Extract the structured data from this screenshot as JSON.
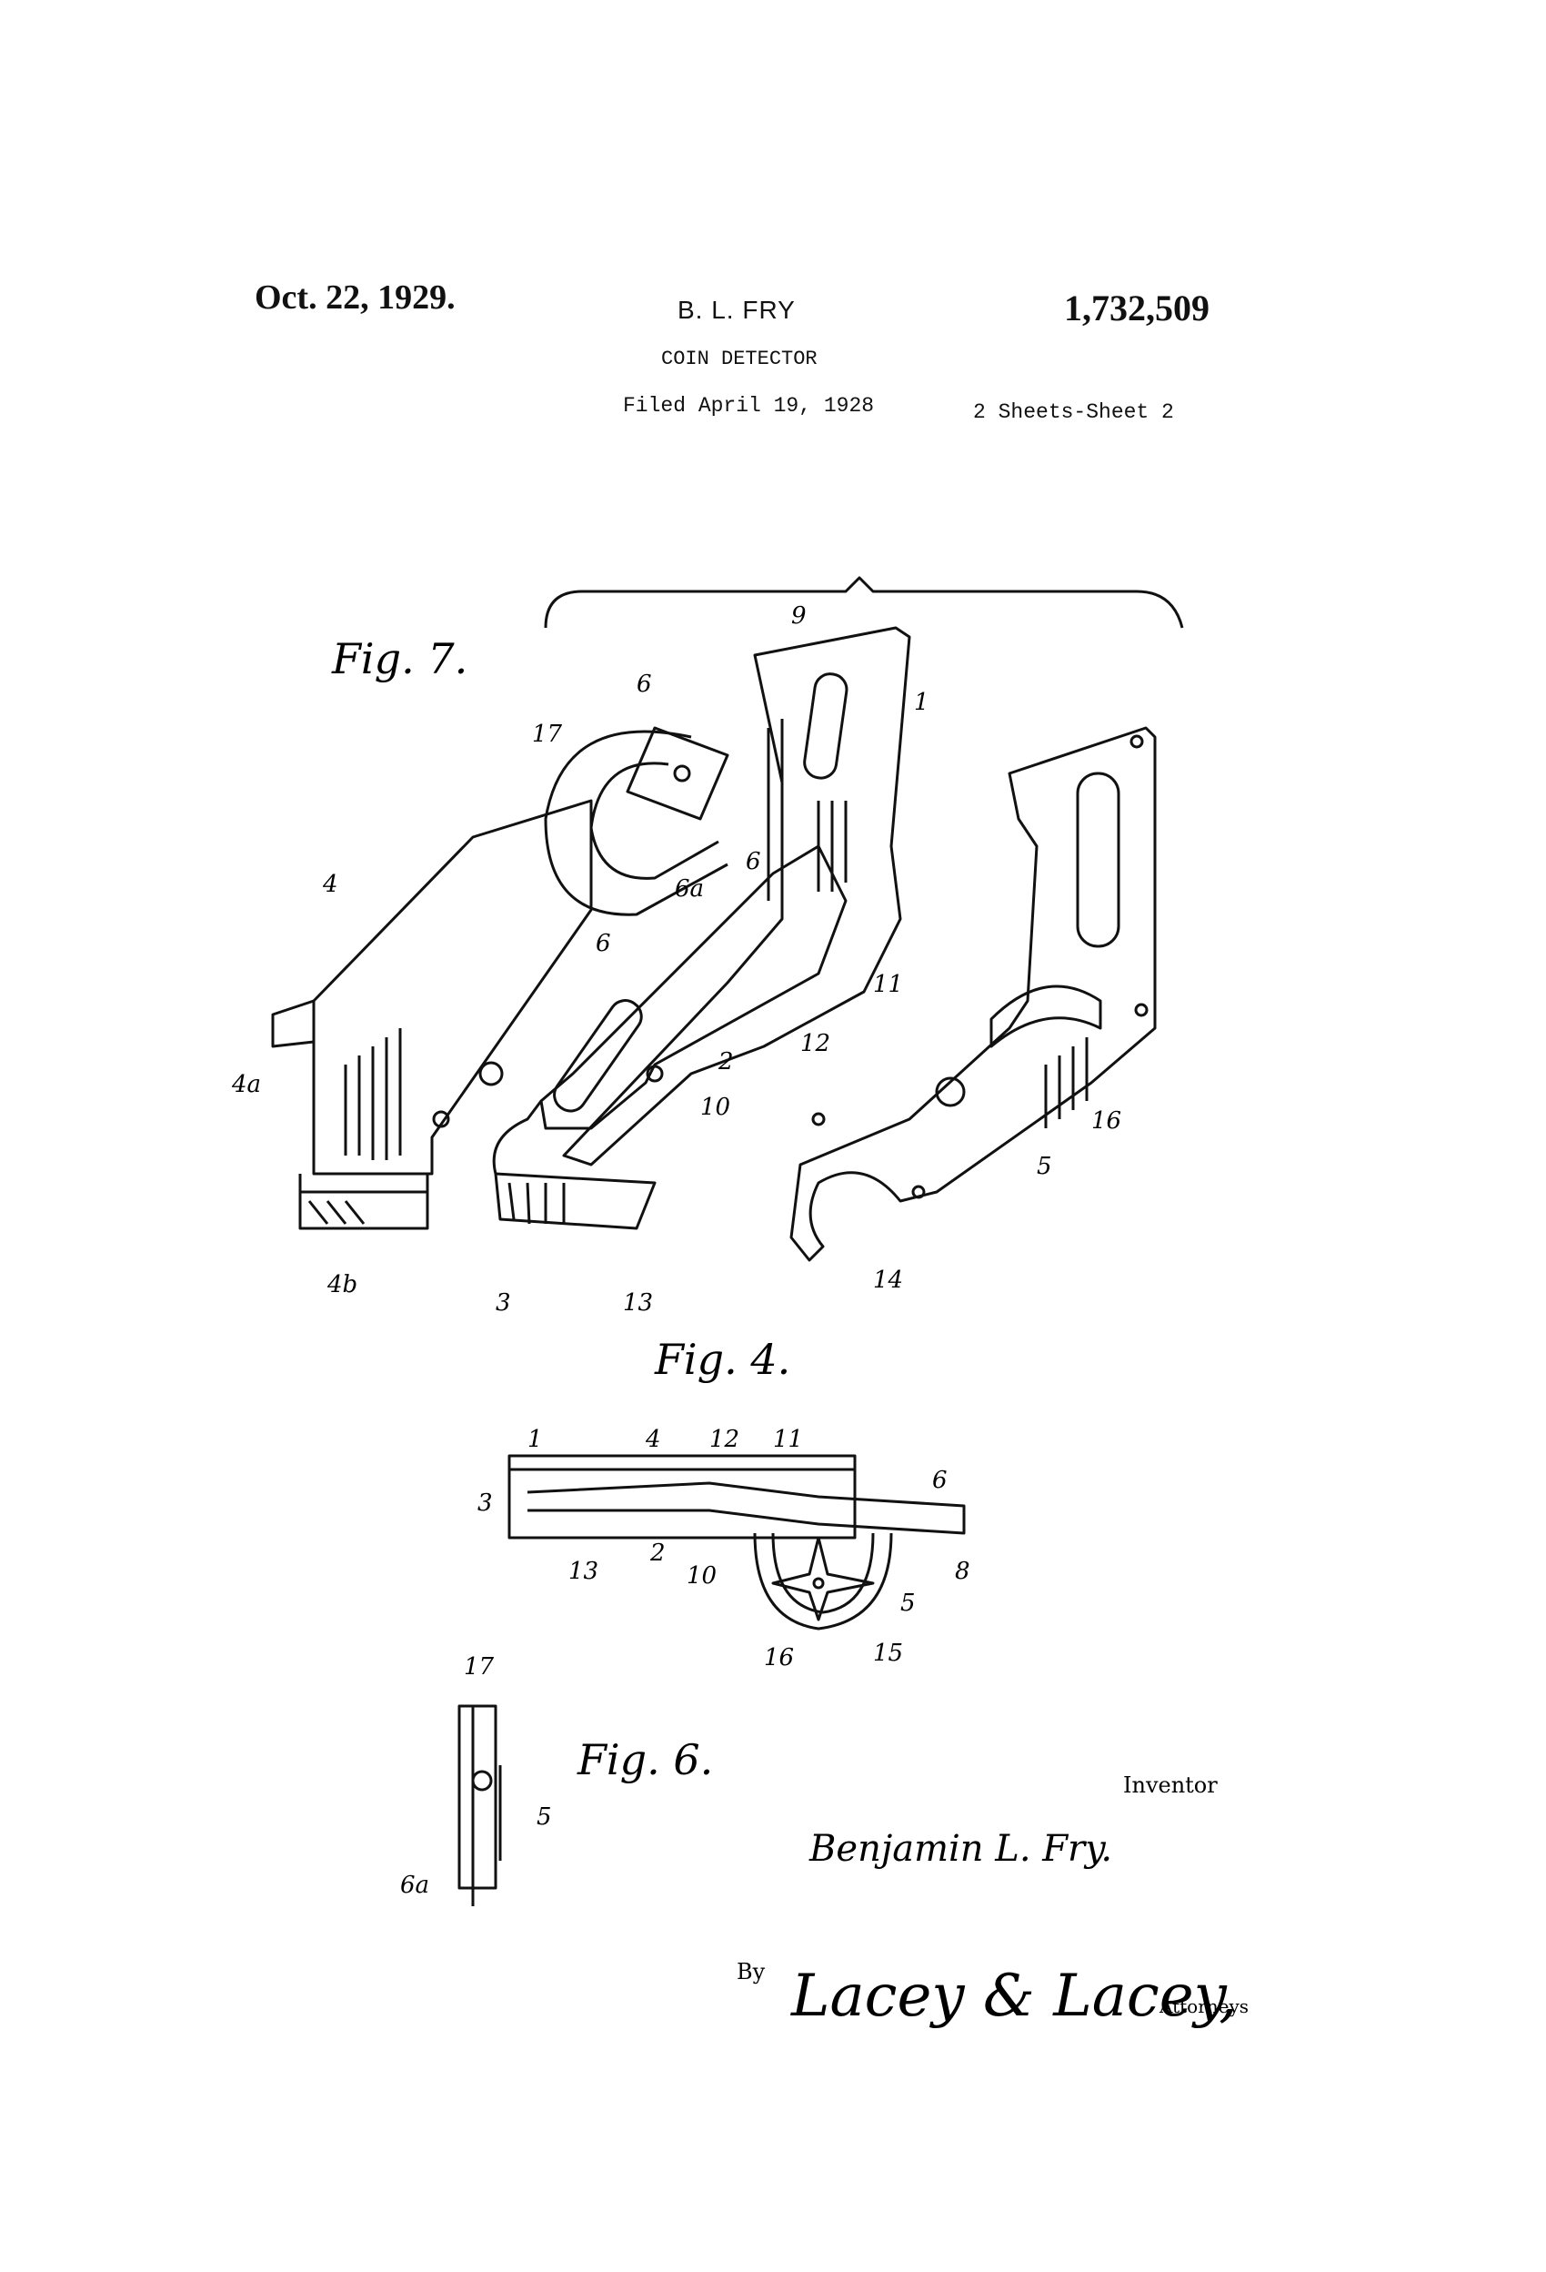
{
  "header": {
    "date": "Oct. 22, 1929.",
    "inventor_name": "B. L. FRY",
    "patent_number": "1,732,509",
    "title": "COIN DETECTOR",
    "filed": "Filed April 19, 1928",
    "sheets": "2 Sheets-Sheet  2"
  },
  "figures": {
    "fig7_label": "Fig. 7.",
    "fig4_label": "Fig. 4.",
    "fig6_label": "Fig. 6."
  },
  "fig7_refs": [
    "9",
    "1",
    "6",
    "17",
    "6",
    "6a",
    "4",
    "6",
    "11",
    "12",
    "2",
    "10",
    "4a",
    "4b",
    "3",
    "13",
    "5",
    "16",
    "14"
  ],
  "fig4_refs": [
    "1",
    "4",
    "12",
    "11",
    "6",
    "3",
    "13",
    "2",
    "10",
    "5",
    "8",
    "16",
    "15"
  ],
  "fig6_refs": [
    "17",
    "5",
    "6a"
  ],
  "signature": {
    "inventor_heading": "Inventor",
    "inventor_signature": "Benjamin L. Fry.",
    "by": "By",
    "attorney_signature": "Lacey & Lacey,",
    "attorneys_label": "Attorneys"
  },
  "colors": {
    "ink": "#111111",
    "paper": "#ffffff"
  }
}
